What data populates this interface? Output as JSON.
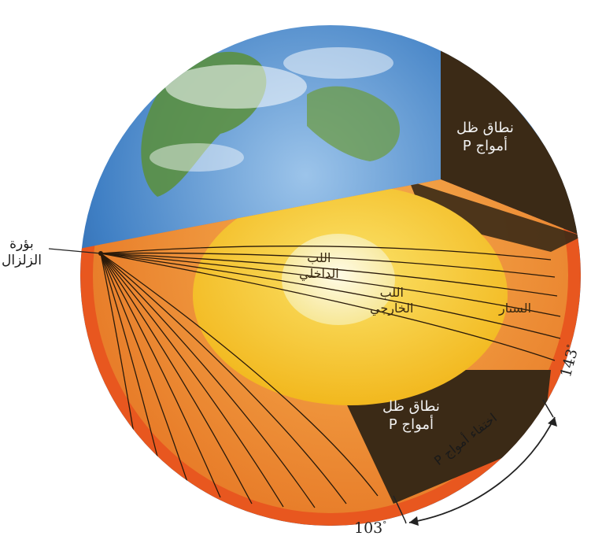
{
  "labels": {
    "focus": [
      "بؤرة",
      "الزلزال"
    ],
    "inner_core": [
      "اللب",
      "الداخلي"
    ],
    "outer_core": [
      "اللب",
      "الخارجي"
    ],
    "mantle": "الستار",
    "shadow_top": [
      "نطاق ظل",
      "أمواج P"
    ],
    "shadow_bottom": [
      "نطاق ظل",
      "أمواج P"
    ],
    "disappearance": "اختفاء أمواج P"
  },
  "angles": {
    "a103": "103",
    "a143": "143",
    "degree_mark": "°"
  },
  "colors": {
    "ocean": "#3f7fc4",
    "land": "#5a8f3a",
    "crust": "#e8571f",
    "mantle": "#f39a3a",
    "outer_core": "#f6cf2a",
    "inner_core": "#fbf1b8",
    "shadow": "#3b2a16",
    "wave": "#2a1a0a"
  }
}
